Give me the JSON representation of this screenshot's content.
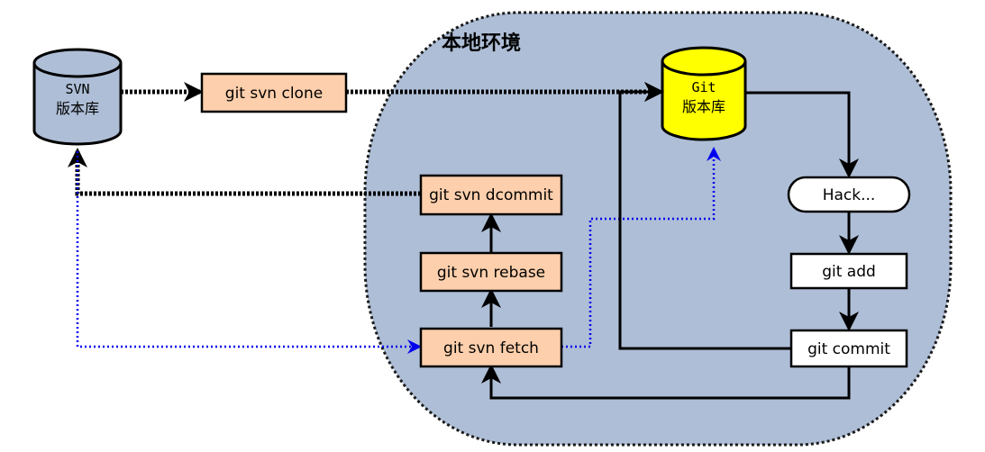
{
  "region": {
    "label": "本地环境",
    "fill": "#aebed6",
    "stroke": "#1a1a1a"
  },
  "repos": {
    "svn": {
      "line1": "SVN",
      "line2": "版本库",
      "fill": "#aebed6"
    },
    "git": {
      "line1": "Git",
      "line2": "版本库",
      "fill": "#ffff00"
    }
  },
  "commands": {
    "clone": "git svn clone",
    "dcommit": "git svn dcommit",
    "rebase": "git svn rebase",
    "fetch": "git svn fetch",
    "hack": "Hack...",
    "add": "git add",
    "commit": "git commit"
  },
  "colors": {
    "command_fill": "#fdcfac",
    "local_fill": "#ffffff",
    "arrow": "#000000",
    "dotted_blue": "#0000ee"
  }
}
